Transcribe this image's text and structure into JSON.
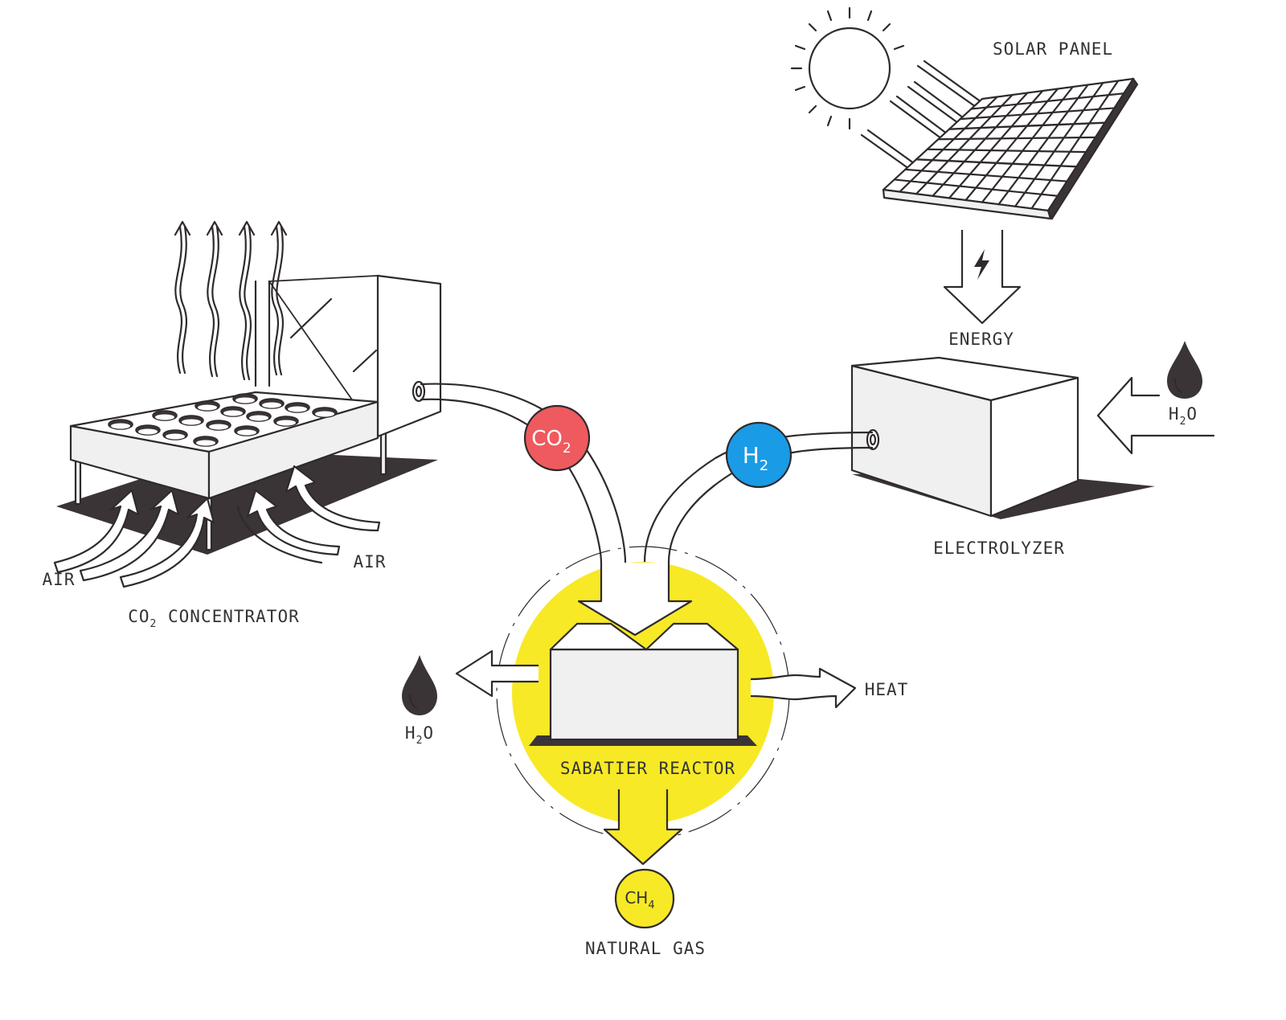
{
  "labels": {
    "solar_panel": "SOLAR PANEL",
    "energy": "ENERGY",
    "electrolyzer": "ELECTROLYZER",
    "water_in": {
      "main": "H",
      "sub": "2",
      "tail": "O"
    },
    "air_left": "AIR",
    "air_right": "AIR",
    "co2_concentrator": {
      "main": "CO",
      "sub": "2",
      "tail": " CONCENTRATOR"
    },
    "water_out": {
      "main": "H",
      "sub": "2",
      "tail": "O"
    },
    "heat": "HEAT",
    "sabatier_reactor": "SABATIER REACTOR",
    "natural_gas": "NATURAL GAS"
  },
  "molecules": {
    "co2": {
      "main": "CO",
      "sub": "2"
    },
    "h2": {
      "main": "H",
      "sub": "2"
    },
    "ch4": {
      "main": "CH",
      "sub": "4"
    }
  },
  "colors": {
    "co2": "#ef5a5e",
    "h2": "#1a9be6",
    "reactor_glow": "#f7e926",
    "ink": "#2f2a2d",
    "shadow": "#3a3437"
  },
  "icons": [
    "sun-icon",
    "lightning-icon",
    "water-drop-icon",
    "arrow-icon"
  ]
}
